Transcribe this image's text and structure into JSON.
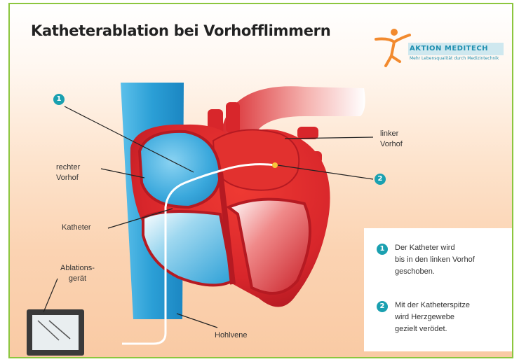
{
  "title": "Katheterablation bei Vorhofflimmern",
  "logo": {
    "name": "AKTION MEDITECH",
    "tagline": "Mehr Lebensqualität durch Medizintechnik",
    "accent": "#f28a2e",
    "brand": "#1f8fb0"
  },
  "labels": {
    "right_atrium": [
      "rechter",
      "Vorhof"
    ],
    "left_atrium": [
      "linker",
      "Vorhof"
    ],
    "catheter": "Katheter",
    "device": [
      "Ablations-",
      "gerät"
    ],
    "vein": "Hohlvene"
  },
  "badges": {
    "one": "1",
    "two": "2"
  },
  "legend": [
    {
      "badge": "1",
      "lines": [
        "Der Katheter wird",
        "bis in den linken Vorhof",
        "geschoben."
      ]
    },
    {
      "badge": "2",
      "lines": [
        "Mit der Katheterspitze",
        "wird Herzgewebe",
        "gezielt verödet."
      ]
    }
  ],
  "colors": {
    "heart_red": "#d8262b",
    "vein_blue": "#2b9fd6",
    "badge": "#1aa0b0",
    "border": "#8cc63f"
  }
}
